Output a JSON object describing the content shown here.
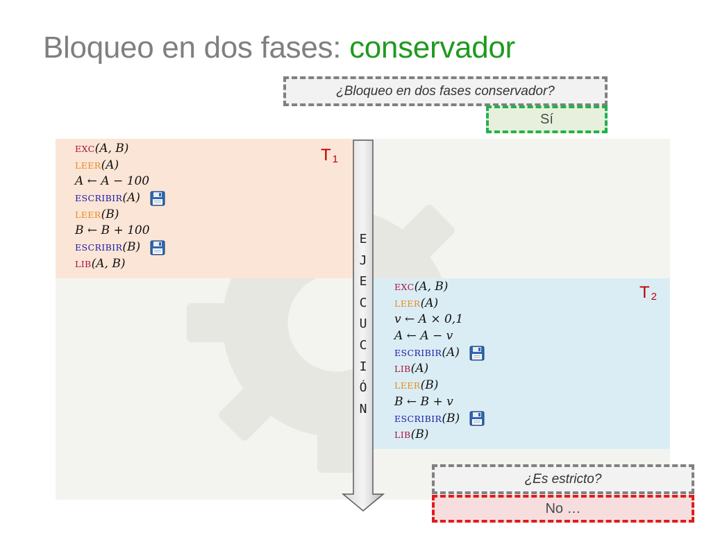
{
  "title": {
    "main": "Bloqueo en dos fases: ",
    "accent": "conservador"
  },
  "questions": {
    "q1": "¿Bloqueo en dos fases conservador?",
    "a1": "Sí",
    "q2": "¿Es estricto?",
    "a2": "No …"
  },
  "arrow_letters": [
    "E",
    "J",
    "E",
    "C",
    "U",
    "C",
    "I",
    "Ó",
    "N"
  ],
  "t1": {
    "label": "T",
    "sub": "1",
    "steps": [
      {
        "op": "exc",
        "type": "exc",
        "expr": "(A, B)",
        "save": false
      },
      {
        "op": "leer",
        "type": "leer",
        "expr": "(A)",
        "save": false
      },
      {
        "op": "",
        "type": "plain",
        "expr": "A ← A − 100",
        "save": false
      },
      {
        "op": "escribir",
        "type": "escribir",
        "expr": "(A)",
        "save": true
      },
      {
        "op": "leer",
        "type": "leer",
        "expr": "(B)",
        "save": false
      },
      {
        "op": "",
        "type": "plain",
        "expr": "B ← B + 100",
        "save": false
      },
      {
        "op": "escribir",
        "type": "escribir",
        "expr": "(B)",
        "save": true
      },
      {
        "op": "lib",
        "type": "lib",
        "expr": "(A, B)",
        "save": false
      }
    ]
  },
  "t2": {
    "label": "T",
    "sub": "2",
    "steps": [
      {
        "op": "exc",
        "type": "exc",
        "expr": "(A, B)",
        "save": false
      },
      {
        "op": "leer",
        "type": "leer",
        "expr": "(A)",
        "save": false
      },
      {
        "op": "",
        "type": "plain",
        "expr": "v ← A × 0,1",
        "save": false
      },
      {
        "op": "",
        "type": "plain",
        "expr": "A ← A − v",
        "save": false
      },
      {
        "op": "escribir",
        "type": "escribir",
        "expr": "(A)",
        "save": true
      },
      {
        "op": "lib",
        "type": "lib",
        "expr": "(A)",
        "save": false
      },
      {
        "op": "leer",
        "type": "leer",
        "expr": "(B)",
        "save": false
      },
      {
        "op": "",
        "type": "plain",
        "expr": "B ← B + v",
        "save": false
      },
      {
        "op": "escribir",
        "type": "escribir",
        "expr": "(B)",
        "save": true
      },
      {
        "op": "lib",
        "type": "lib",
        "expr": "(B)",
        "save": false
      }
    ]
  },
  "colors": {
    "title_accent": "#1f9a1f",
    "t1_bg": "#fbe5d6",
    "t2_bg": "#dbedf4",
    "yes_border": "#22b14c",
    "no_border": "#e01b1b",
    "op_exc": "#a8123c",
    "op_leer": "#e58a1f",
    "op_escribir": "#1a1aa8",
    "op_lib": "#a8123c"
  },
  "icons": {
    "save": "floppy-disk-icon",
    "background": "gear-icon",
    "flow": "down-arrow-icon"
  }
}
